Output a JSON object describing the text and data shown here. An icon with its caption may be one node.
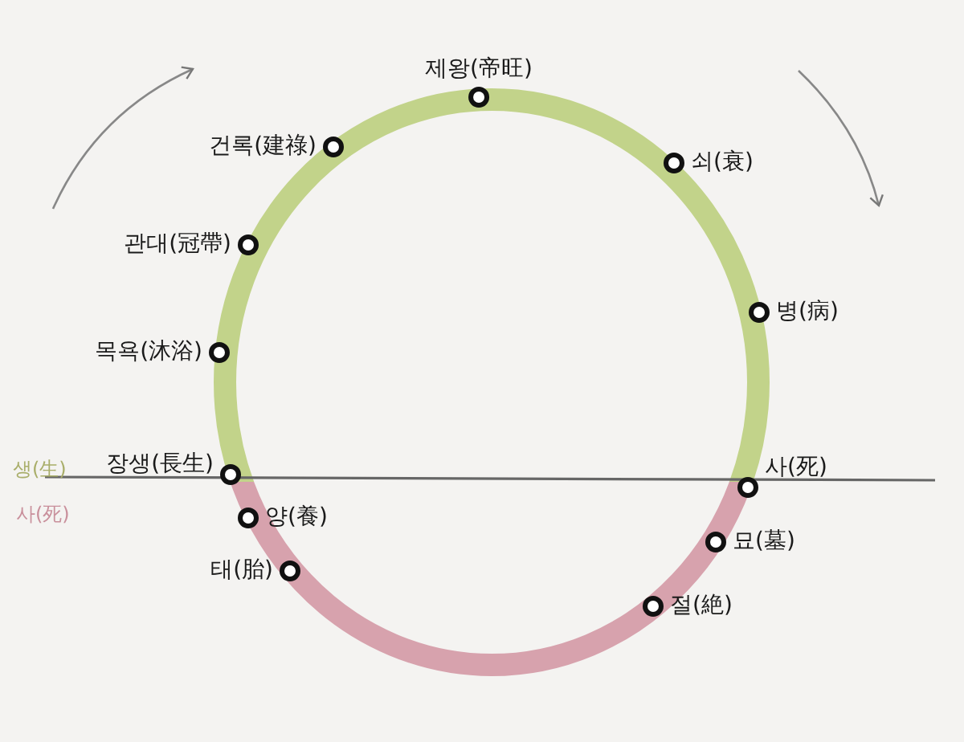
{
  "diagram": {
    "nodes": [
      {
        "text": [
          "제왕(帝旺)"
        ]
      },
      {
        "text": [
          "건록(建祿)"
        ]
      },
      {
        "text": [
          "쇠(衰)"
        ]
      },
      {
        "text": [
          "관대(冠帶)"
        ]
      },
      {
        "text": [
          "병(病)"
        ]
      },
      {
        "text": [
          "목욕(沐浴)"
        ]
      },
      {
        "text": [
          "장생(長生)"
        ]
      },
      {
        "text": [
          "사(死)"
        ]
      },
      {
        "text": [
          "양(養)"
        ]
      },
      {
        "text": [
          "묘(墓)"
        ]
      },
      {
        "text": [
          "태(胎)"
        ]
      },
      {
        "text": [
          "절(絶)"
        ]
      }
    ],
    "labels": [
      "생(生)",
      "사(死)"
    ]
  }
}
